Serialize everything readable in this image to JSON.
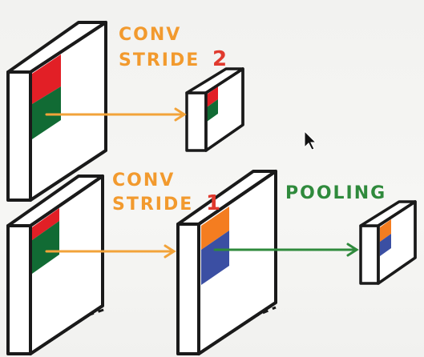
{
  "labels": {
    "conv_top_line1": "CONV",
    "conv_top_line2_word": "STRIDE",
    "conv_top_line2_num": "2",
    "conv_bottom_line1": "CONV",
    "conv_bottom_line2_word": "STRIDE",
    "conv_bottom_line2_num": "1",
    "pooling": "POOLING"
  },
  "colors": {
    "orange_text": "#f29a2e",
    "red_text": "#e03a2e",
    "green_text": "#2f8a3c",
    "patch_red": "#e21f26",
    "patch_green": "#116b34",
    "patch_orange": "#f47d20",
    "patch_blue": "#3b4fa3",
    "arrow_orange": "#f2a33a",
    "arrow_green": "#2f8a3c",
    "outline": "#1a1a1a"
  },
  "icons": [
    "mouse-cursor-icon"
  ]
}
